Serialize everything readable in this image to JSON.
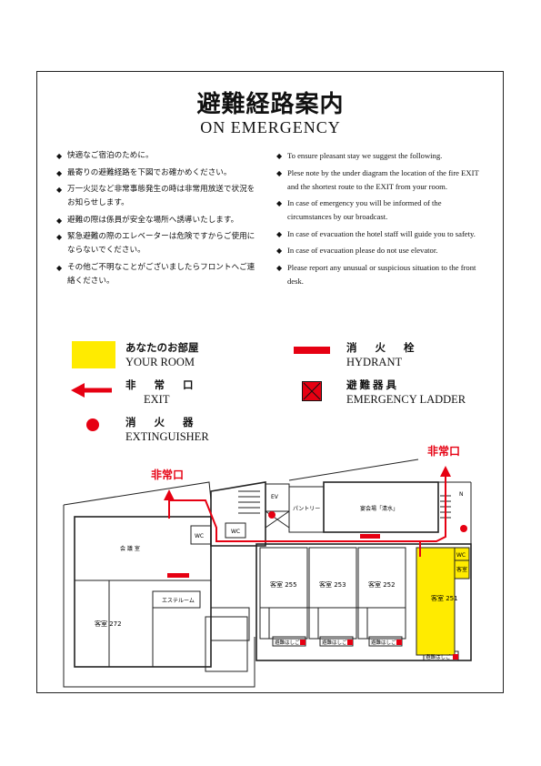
{
  "title": {
    "jp": "避難経路案内",
    "en": "ON EMERGENCY"
  },
  "notes_jp": [
    "快適なご宿泊のために。",
    "最寄りの避難経路を下図でお確かめください。",
    "万一火災など非常事態発生の時は非常用放送で状況をお知らせします。",
    "避難の際は係員が安全な場所へ誘導いたします。",
    "緊急避難の際のエレベーターは危険ですからご使用にならないでください。",
    "その他ご不明なことがございましたらフロントへご連絡ください。"
  ],
  "notes_en": [
    "To ensure pleasant stay we suggest the following.",
    "Plese note by the under diagram the location of the fire EXIT and the shortest route to the EXIT from your room.",
    "In case of emergency you will be informed of the circumstances by our broadcast.",
    "In case of evacuation the hotel staff will guide you to safety.",
    "In case of evacuation please do not use elevator.",
    "Please report any unusual or suspicious situation to the front desk."
  ],
  "legend": {
    "your_room": {
      "jp": "あなたのお部屋",
      "en": "YOUR ROOM"
    },
    "exit": {
      "jp": "非 常 口",
      "en": "EXIT"
    },
    "extinguisher": {
      "jp": "消 火 器",
      "en": "EXTINGUISHER"
    },
    "hydrant": {
      "jp": "消 火 栓",
      "en": "HYDRANT"
    },
    "ladder": {
      "jp": "避難器具",
      "en": "EMERGENCY LADDER"
    }
  },
  "plan": {
    "exit_left": "非常口",
    "exit_right": "非常口",
    "ev": "EV",
    "wc1": "WC",
    "wc2": "WC",
    "wc3": "WC",
    "pantry": "パントリー",
    "banquet": "宴会場「清水」",
    "conference": "会 議 室",
    "esthe": "エステルーム",
    "room272": "客室 272",
    "room255": "客室 255",
    "room253": "客室 253",
    "room252": "客室 252",
    "room251": "客室 251",
    "closet": "客室",
    "ladder_label": "避難はしご",
    "north": "N"
  },
  "colors": {
    "red": "#e60012",
    "yellow": "#ffeb00",
    "line": "#222222"
  },
  "icons": {
    "exit": "left-arrow-icon",
    "extinguisher": "red-dot-icon",
    "hydrant": "red-bar-icon",
    "ladder": "crossed-box-icon"
  }
}
